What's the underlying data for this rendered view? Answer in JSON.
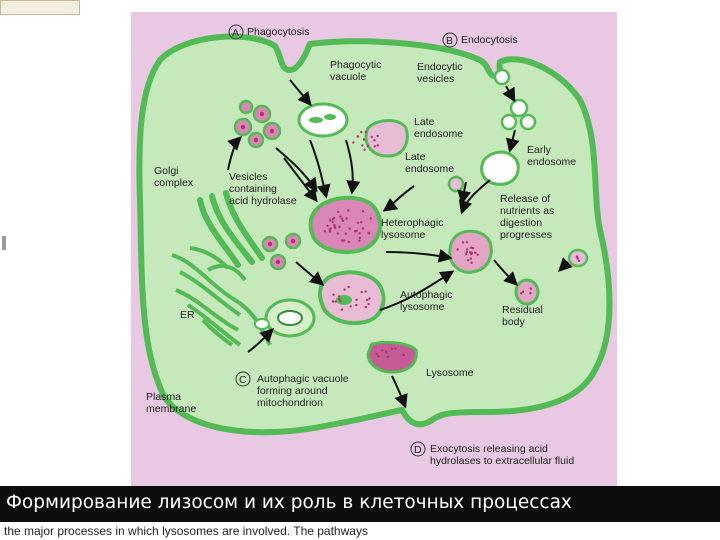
{
  "caption": "Формирование лизосом и их роль в клеточных процессах",
  "bottom_text": "the major processes in which lysosomes are involved. The pathways",
  "colors": {
    "background": "#e9c8e3",
    "cytoplasm": "#c6e9bb",
    "membrane": "#52bb55",
    "lysosome": "#d987b6",
    "granule": "#b3326e",
    "caption_bar": "#0d0d0d"
  },
  "labels": {
    "a": "A",
    "phagocytosis": "Phagocytosis",
    "b": "B",
    "endocytosis": "Endocytosis",
    "phagocytic_vacuole_1": "Phagocytic",
    "phagocytic_vacuole_2": "vacuole",
    "endocytic_vesicles_1": "Endocytic",
    "endocytic_vesicles_2": "vesicles",
    "late_endosome_top_1": "Late",
    "late_endosome_top_2": "endosome",
    "early_endosome_1": "Early",
    "early_endosome_2": "endosome",
    "late_endosome_mid_1": "Late",
    "late_endosome_mid_2": "endosome",
    "golgi_1": "Golgi",
    "golgi_2": "complex",
    "vesicles_1": "Vesicles",
    "vesicles_2": "containing",
    "vesicles_3": "acid hydrolase",
    "release_1": "Release of",
    "release_2": "nutrients as",
    "release_3": "digestion",
    "release_4": "progresses",
    "heterophagic_1": "Heterophagic",
    "heterophagic_2": "lysosome",
    "autophagic_1": "Autophagic",
    "autophagic_2": "lysosome",
    "residual_1": "Residual",
    "residual_2": "body",
    "er": "ER",
    "c": "C",
    "autophagic_vacuole_1": "Autophagic vacuole",
    "autophagic_vacuole_2": "forming around",
    "autophagic_vacuole_3": "mitochondrion",
    "lysosome": "Lysosome",
    "plasma_1": "Plasma",
    "plasma_2": "membrane",
    "d": "D",
    "exocytosis_1": "Exocytosis releasing acid",
    "exocytosis_2": "hydrolases to extracellular fluid"
  }
}
